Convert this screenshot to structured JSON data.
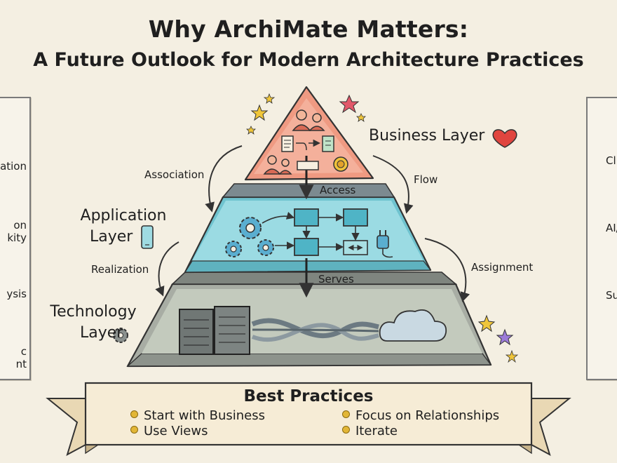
{
  "title": "Why ArchiMate Matters:",
  "subtitle": "A Future Outlook for Modern Architecture Practices",
  "left_panel": [
    "ation",
    "on",
    "kity",
    "ysis",
    "c",
    "nt"
  ],
  "right_panel": [
    "Cl",
    "AI/",
    "Su"
  ],
  "layers": {
    "business": "Business Layer",
    "application_line1": "Application",
    "application_line2": "Layer",
    "technology_line1": "Technology",
    "technology_line2": "Layer"
  },
  "relationships": {
    "association": "Association",
    "flow": "Flow",
    "access": "Access",
    "realization": "Realization",
    "assignment": "Assignment",
    "serves": "Serves"
  },
  "best_practices": {
    "title": "Best Practices",
    "items": [
      "Start with Business",
      "Use Views",
      "Focus on Relationships",
      "Iterate"
    ]
  },
  "colors": {
    "business_fill": "#ef9a82",
    "application_fill": "#8fd3dc",
    "technology_fill": "#b9c2b4",
    "heart": "#e0453f",
    "star_yellow": "#f0c63a",
    "star_red": "#e2586a",
    "star_purple": "#9c7bd8"
  },
  "icons": [
    "user-group-icon",
    "document-icon",
    "checklist-icon",
    "certificate-icon",
    "gear-icon",
    "plug-icon",
    "server-icon",
    "cloud-icon",
    "heart-icon",
    "phone-icon",
    "star-icon"
  ]
}
